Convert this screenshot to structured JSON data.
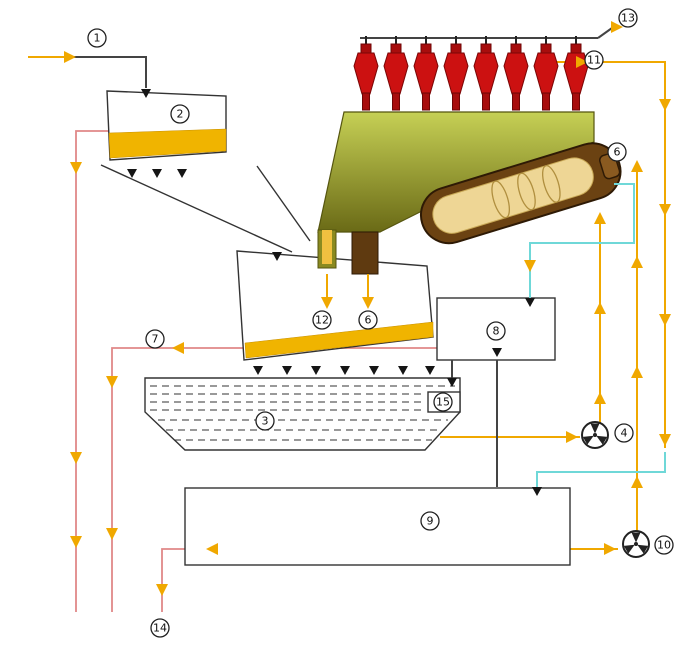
{
  "labels": {
    "l1": {
      "text": "1"
    },
    "l2": {
      "text": "2"
    },
    "l3": {
      "text": "3"
    },
    "l4": {
      "text": "4"
    },
    "l6": {
      "text": "6"
    },
    "l6b": {
      "text": "6"
    },
    "l7": {
      "text": "7"
    },
    "l8": {
      "text": "8"
    },
    "l9": {
      "text": "9"
    },
    "l10": {
      "text": "10"
    },
    "l11": {
      "text": "11"
    },
    "l12": {
      "text": "12"
    },
    "l13": {
      "text": "13"
    },
    "l14": {
      "text": "14"
    },
    "l15": {
      "text": "15"
    }
  },
  "colors": {
    "flow": "#f0a800",
    "liquid": "#f0b400",
    "recycle": "#e08888",
    "wash": "#6fd8d8",
    "cyclone": "#cc1111",
    "cyclone_dark": "#a80d0d",
    "funnel_top": "#c6d055",
    "funnel_bottom": "#6a6a16",
    "drum_outer": "#6b4212",
    "drum_inner": "#eed695"
  },
  "icons": {
    "fan_valve": "three-blade-fan-icon",
    "flow_arrow": "triangle-arrowhead-icon",
    "drop_arrow": "black-triangle-icon"
  }
}
